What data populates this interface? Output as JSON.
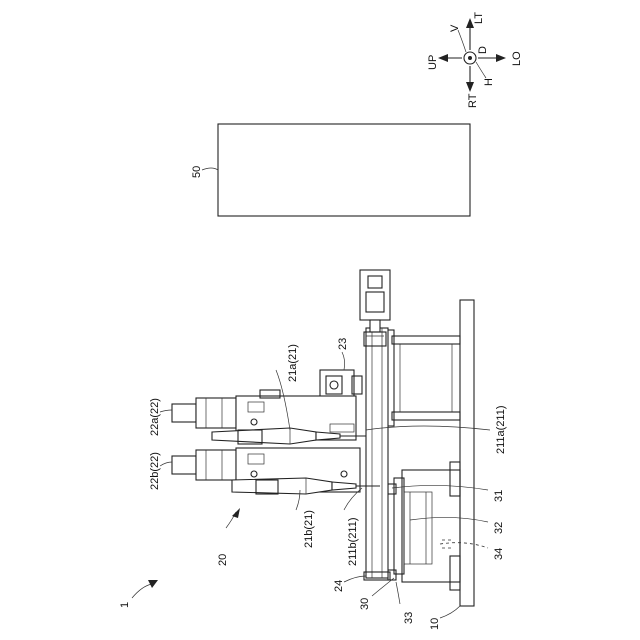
{
  "labels": {
    "l1": "1",
    "l10": "10",
    "l20": "20",
    "l21a": "21a(21)",
    "l21b": "21b(21)",
    "l211a": "211a(211)",
    "l211b": "211b(211)",
    "l22a": "22a(22)",
    "l22b": "22b(22)",
    "l23": "23",
    "l24": "24",
    "l30": "30",
    "l31": "31",
    "l32": "32",
    "l33": "33",
    "l34": "34",
    "l50": "50"
  },
  "direction_key": {
    "v": "V",
    "lt": "LT",
    "up": "UP",
    "d": "D",
    "lo": "LO",
    "rt": "RT",
    "h": "H"
  }
}
